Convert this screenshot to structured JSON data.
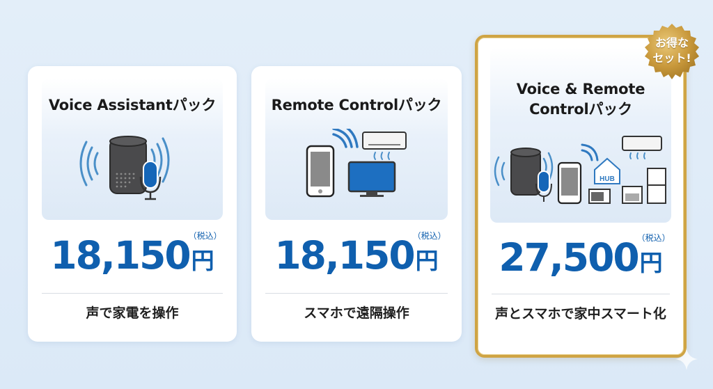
{
  "cards": [
    {
      "title": "Voice Assistantパック",
      "illustration": "smart-speaker-with-microphone",
      "price": "18,150",
      "currency": "円",
      "tax_label": "（税込）",
      "description": "声で家電を操作"
    },
    {
      "title": "Remote Controlパック",
      "illustration": "smartphone-controlling-aircon-and-tv",
      "price": "18,150",
      "currency": "円",
      "tax_label": "（税込）",
      "description": "スマホで遠隔操作"
    },
    {
      "title_line1": "Voice & Remote",
      "title_line2": "Controlパック",
      "illustration": "speaker-smartphone-hub-appliances",
      "hub_label": "HUB",
      "price": "27,500",
      "currency": "円",
      "tax_label": "（税込）",
      "description": "声とスマホで家中スマート化",
      "badge_line1": "お得な",
      "badge_line2": "セット!",
      "highlight_color": "#cfa444"
    }
  ],
  "colors": {
    "price_blue": "#0f5fae",
    "background": "#dde9f7",
    "wave_blue": "#4a8fc8",
    "gold": "#cfa444"
  }
}
